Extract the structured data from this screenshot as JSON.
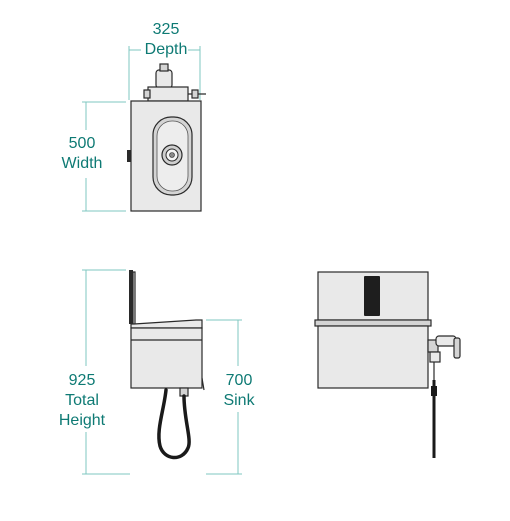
{
  "dimensions": {
    "depth": {
      "value": "325",
      "label": "Depth"
    },
    "width": {
      "value": "500",
      "label": "Width"
    },
    "total_height": {
      "value": "925",
      "label_line1": "Total",
      "label_line2": "Height"
    },
    "sink_height": {
      "value": "700",
      "label": "Sink"
    }
  },
  "colors": {
    "dimension_text": "#0e7a74",
    "dimension_line": "#7fc7c0",
    "outline": "#2a2a2a",
    "steel": "#e9e9e9"
  }
}
